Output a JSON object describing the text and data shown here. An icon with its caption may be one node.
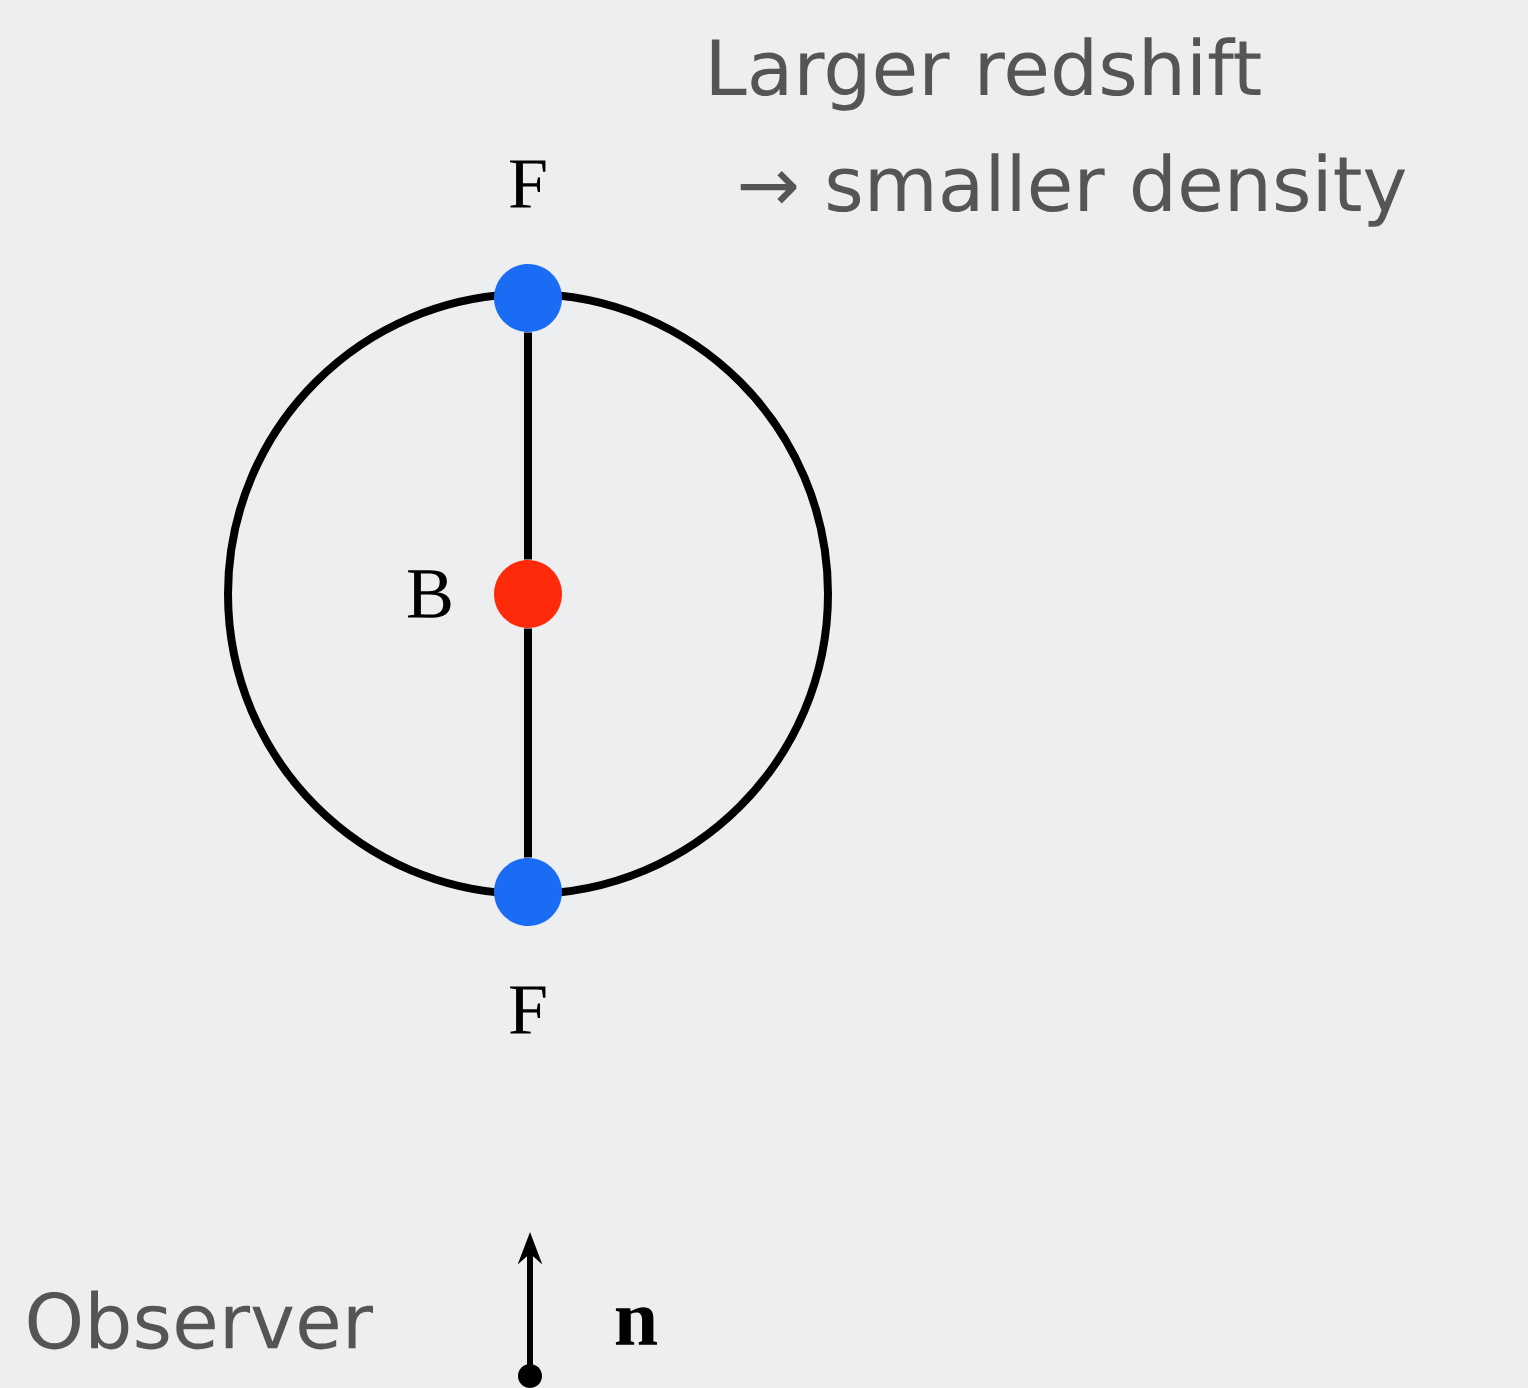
{
  "diagram": {
    "nodes": [
      {
        "text": [],
        "shape": "circle",
        "beside": [
          "F"
        ]
      },
      {
        "text": [],
        "shape": "circle",
        "beside": [
          "B"
        ]
      },
      {
        "text": [],
        "shape": "circle",
        "beside": [
          "F"
        ]
      }
    ],
    "edges": [
      {
        "from": 0,
        "to": 1,
        "arrow": "none"
      },
      {
        "from": 1,
        "to": 2,
        "arrow": "none"
      }
    ],
    "labels": [
      "Larger redshift",
      "→ smaller density",
      "Observer",
      "n"
    ]
  }
}
